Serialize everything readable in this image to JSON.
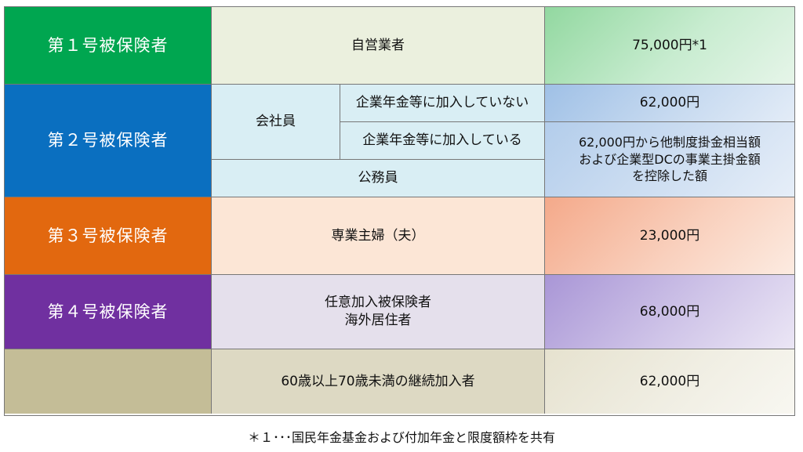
{
  "rows": {
    "r1": {
      "category": "第１号被保険者",
      "type": "自営業者",
      "amount": "75,000円*1"
    },
    "r2": {
      "category": "第２号被保険者",
      "employee": "会社員",
      "no_plan": "企業年金等に加入していない",
      "no_plan_amount": "62,000円",
      "with_plan": "企業年金等に加入している",
      "with_plan_amount": "62,000円から他制度掛金相当額\nおよび企業型DCの事業主掛金額\nを控除した額",
      "public_servant": "公務員"
    },
    "r3": {
      "category": "第３号被保険者",
      "type": "専業主婦（夫）",
      "amount": "23,000円"
    },
    "r4": {
      "category": "第４号被保険者",
      "type": "任意加入被保険者\n海外居住者",
      "amount": "68,000円"
    },
    "r5": {
      "category": "",
      "type": "60歳以上70歳未満の継続加入者",
      "amount": "62,000円"
    }
  },
  "footnote": "＊１･･･国民年金基金および付加年金と限度額枠を共有",
  "colors": {
    "r1": "#00a650",
    "r2": "#0a6fc0",
    "r3": "#e2680f",
    "r4": "#7030a0",
    "r5": "#c4bd97"
  }
}
